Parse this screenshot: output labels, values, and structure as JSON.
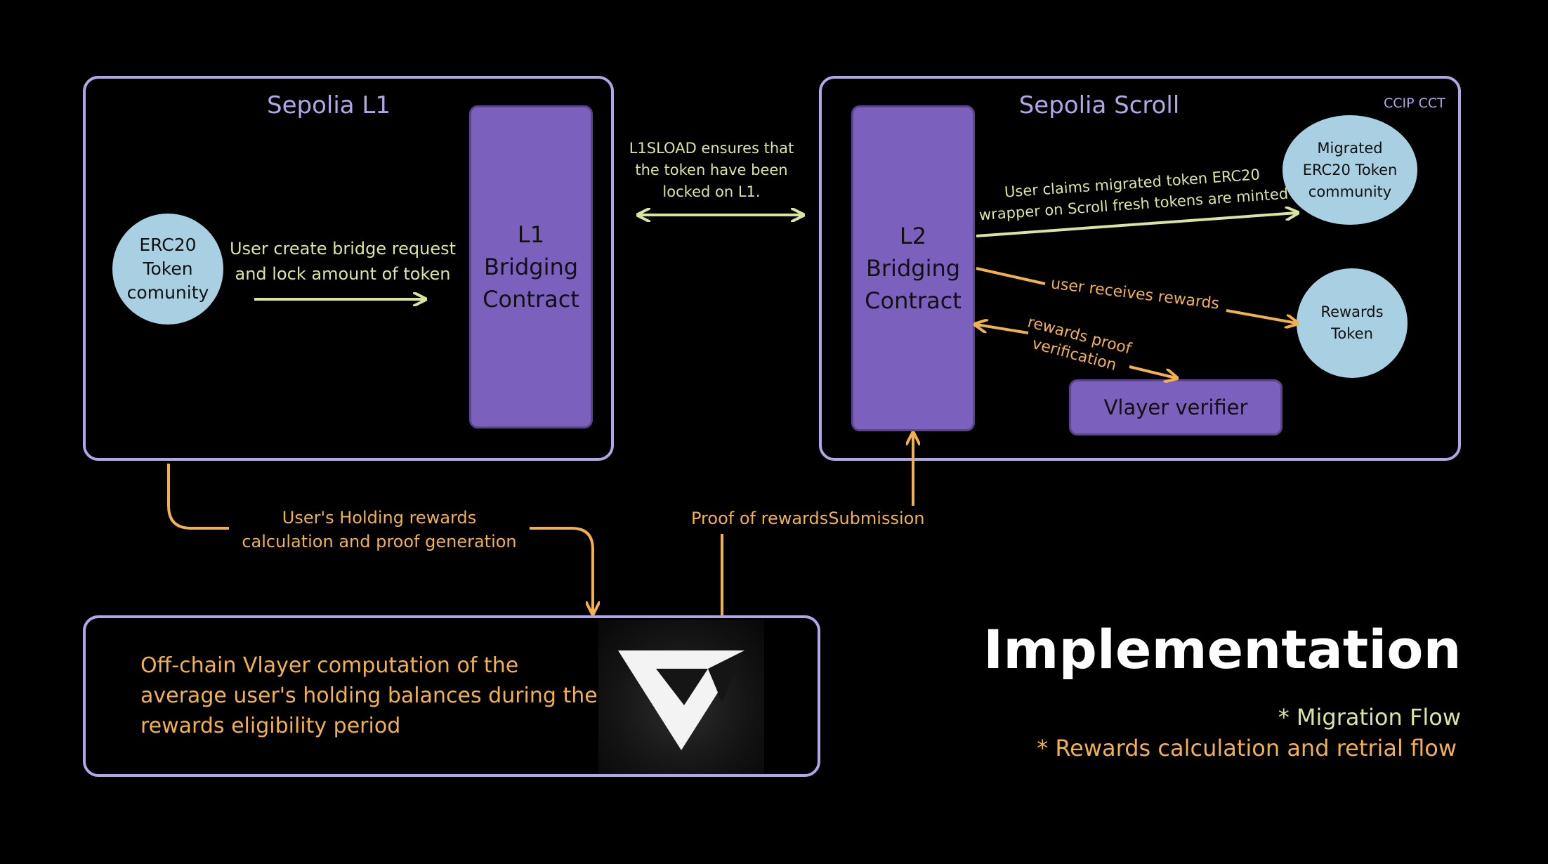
{
  "l1_panel": {
    "title": "Sepolia L1"
  },
  "l2_panel": {
    "title": "Sepolia Scroll",
    "tag": "CCIP CCT"
  },
  "nodes": {
    "erc20_community": "ERC20\nToken\ncomunity",
    "l1_bridge": "L1\nBridging\nContract",
    "l2_bridge": "L2\nBridging\nContract",
    "migrated_token": "Migrated\nERC20 Token\ncommunity",
    "rewards_token": "Rewards\nToken",
    "vlayer_verifier": "Vlayer verifier"
  },
  "edges": {
    "create_bridge": "User create bridge request\nand lock amount of token",
    "l1sload": "L1SLOAD ensures that\nthe token have been\nlocked on L1.",
    "claims_migrated": "User claims migrated token ERC20\nwrapper on Scroll fresh tokens are minted",
    "receives_rewards": "user receives rewards",
    "proof_verification": "rewards proof\nverification",
    "holding_rewards": "User's Holding rewards\ncalculation and proof generation",
    "proof_submission": "Proof of rewardsSubmission"
  },
  "offchain": {
    "text": "Off-chain Vlayer computation of the\naverage user's holding balances during the\nrewards eligibility period",
    "logo": "vlayer-logo"
  },
  "heading": {
    "title": "Implementation",
    "bullet1": "* Migration Flow",
    "bullet2": "* Rewards calculation and retrial flow"
  },
  "colors": {
    "panel_border": "#b4a6e6",
    "box_fill": "#7b60bd",
    "circle_fill": "#a9d0e2",
    "green": "#d7e59f",
    "orange": "#f2b14e"
  }
}
